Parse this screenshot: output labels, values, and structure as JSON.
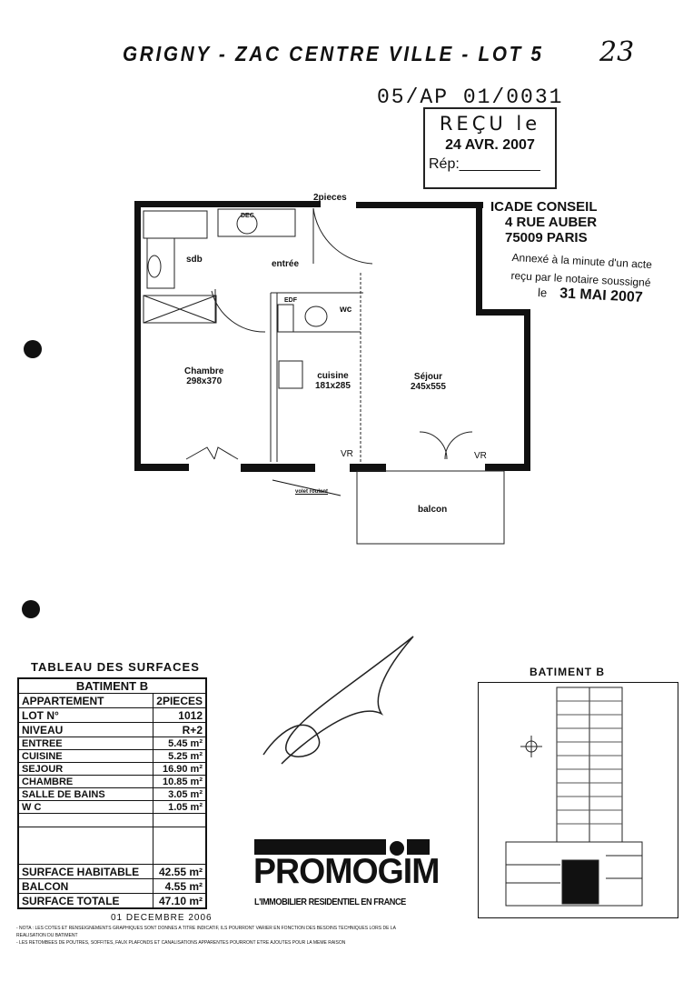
{
  "header": {
    "title": "GRIGNY - ZAC CENTRE VILLE - LOT 5",
    "page_number": "23",
    "reference": "05/AP 01/0031"
  },
  "stamp": {
    "received": "REÇU le",
    "date": "24 AVR. 2007",
    "rep": "Rép:__________"
  },
  "notary": {
    "company": "ICADE CONSEIL",
    "street": "4 RUE AUBER",
    "city": "75009 PARIS",
    "annex_line1": "Annexé à la minute d'un acte",
    "annex_line2": "reçu par le notaire soussigné",
    "date_prefix": "le",
    "date": "31 MAI 2007"
  },
  "plan": {
    "type_label": "2pieces",
    "rooms": {
      "sdb": "sdb",
      "entree": "entrée",
      "wc": "wc",
      "edf": "EDF",
      "dec": "DEC",
      "chambre": "Chambre",
      "chambre_dim": "298x370",
      "cuisine": "cuisine",
      "cuisine_dim": "181x285",
      "sejour": "Séjour",
      "sejour_dim": "245x555",
      "balcon": "balcon"
    },
    "vr1": "VR",
    "vr2": "VR",
    "volet": "volet roulant"
  },
  "surfaces": {
    "title": "TABLEAU DES SURFACES",
    "building": "BATIMENT B",
    "head": [
      {
        "label": "APPARTEMENT",
        "value": "2PIECES"
      },
      {
        "label": "LOT N°",
        "value": "1012"
      },
      {
        "label": "NIVEAU",
        "value": "R+2"
      }
    ],
    "rooms": [
      {
        "label": "ENTREE",
        "value": "5.45 m²"
      },
      {
        "label": "CUISINE",
        "value": "5.25 m²"
      },
      {
        "label": "SEJOUR",
        "value": "16.90 m²"
      },
      {
        "label": "CHAMBRE",
        "value": "10.85 m²"
      },
      {
        "label": "SALLE DE BAINS",
        "value": "3.05 m²"
      },
      {
        "label": "W C",
        "value": "1.05 m²"
      }
    ],
    "totals": [
      {
        "label": "SURFACE HABITABLE",
        "value": "42.55 m²"
      },
      {
        "label": "BALCON",
        "value": "4.55 m²"
      },
      {
        "label": "SURFACE TOTALE",
        "value": "47.10 m²"
      }
    ],
    "date": "01 DECEMBRE 2006",
    "note1": "- NOTA : LES COTES ET RENSEIGNEMENTS GRAPHIQUES SONT DONNES A TITRE INDICATIF, ILS POURRONT VARIER EN FONCTION DES BESOINS TECHNIQUES LORS DE LA REALISATION DU BATIMENT",
    "note2": "- LES RETOMBEES DE POUTRES, SOFFITES, FAUX PLAFONDS ET CANALISATIONS APPARENTES POURRONT ETRE AJOUTES POUR LA MEME RAISON"
  },
  "site_plan": {
    "title": "BATIMENT B"
  },
  "logo": {
    "name": "PROMOGIM",
    "tagline": "L'IMMOBILIER RESIDENTIEL EN FRANCE"
  }
}
